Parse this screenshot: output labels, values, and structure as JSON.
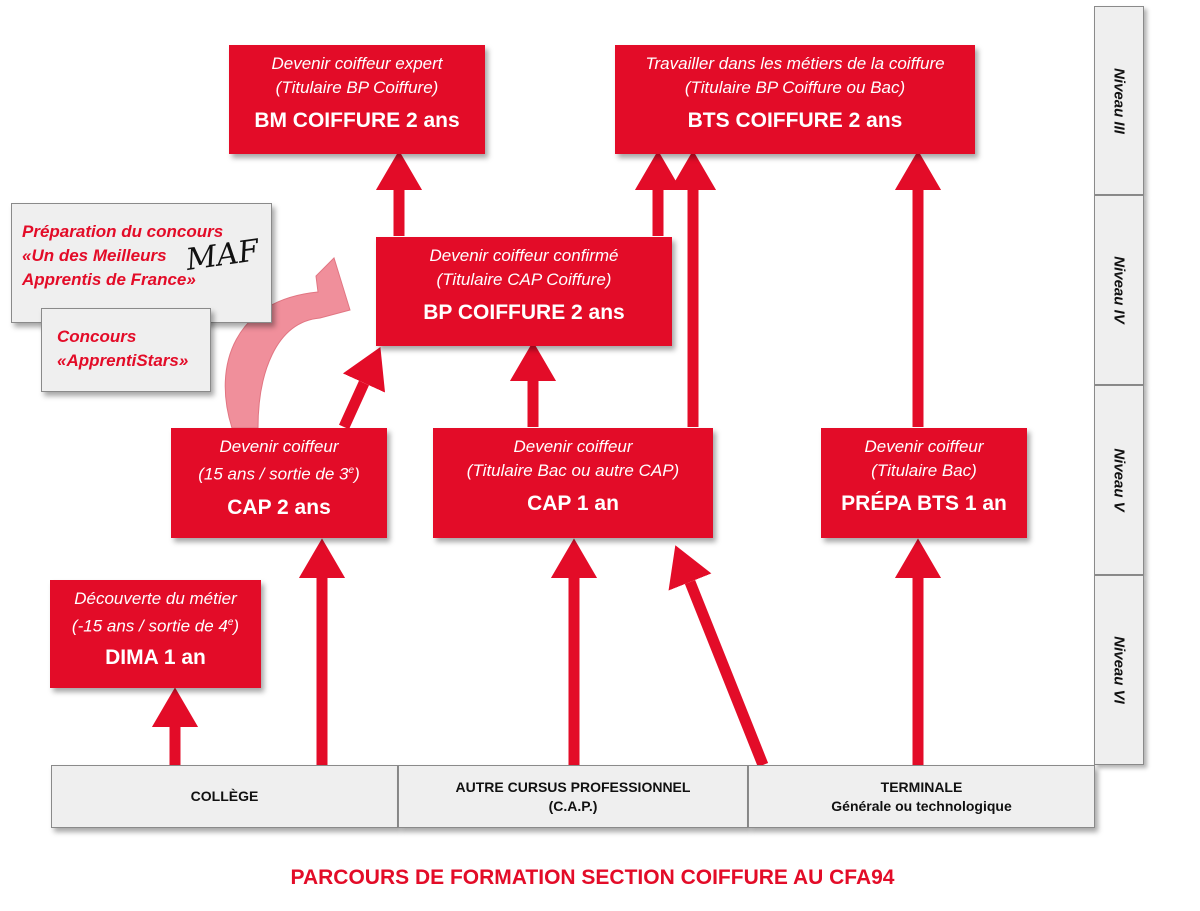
{
  "boxes": {
    "bm": {
      "l1": "Devenir coiffeur expert",
      "l2": "(Titulaire BP Coiffure)",
      "title": "BM COIFFURE 2 ans"
    },
    "bts": {
      "l1": "Travailler dans les métiers de la coiffure",
      "l2": "(Titulaire BP Coiffure ou Bac)",
      "title": "BTS COIFFURE 2 ans"
    },
    "bp": {
      "l1": "Devenir coiffeur confirmé",
      "l2": "(Titulaire CAP Coiffure)",
      "title": "BP COIFFURE 2 ans"
    },
    "cap2": {
      "l1": "Devenir coiffeur",
      "l2": "(15 ans / sortie de 3",
      "l2_sup": "e",
      "l2_end": ")",
      "title": "CAP 2 ans"
    },
    "cap1": {
      "l1": "Devenir coiffeur",
      "l2": "(Titulaire Bac ou autre CAP)",
      "title": "CAP 1 an"
    },
    "prepa": {
      "l1": "Devenir coiffeur",
      "l2": "(Titulaire Bac)",
      "title": "PRÉPA BTS 1 an"
    },
    "dima": {
      "l1": "Découverte du métier",
      "l2": "(-15 ans / sortie de 4",
      "l2_sup": "e",
      "l2_end": ")",
      "title": "DIMA 1 an"
    }
  },
  "concours": {
    "maf": {
      "l1": "Préparation du concours",
      "l2": "«Un des Meilleurs",
      "l3": "Apprentis de France»",
      "logo": "MAF"
    },
    "apprentistars": {
      "l1": "Concours",
      "l2": "«ApprentiStars»"
    }
  },
  "bottom": {
    "college": "COLLÈGE",
    "cursus": {
      "l1": "AUTRE CURSUS PROFESSIONNEL",
      "l2": "(C.A.P.)"
    },
    "terminale": {
      "l1": "TERMINALE",
      "l2": "Générale ou technologique"
    }
  },
  "levels": [
    "Niveau III",
    "Niveau IV",
    "Niveau V",
    "Niveau VI"
  ],
  "footer": "PARCOURS DE FORMATION SECTION COIFFURE AU CFA94",
  "colors": {
    "red": "#e30c28",
    "pink_arrow": "#f08a96",
    "grey_box": "#efefef"
  }
}
